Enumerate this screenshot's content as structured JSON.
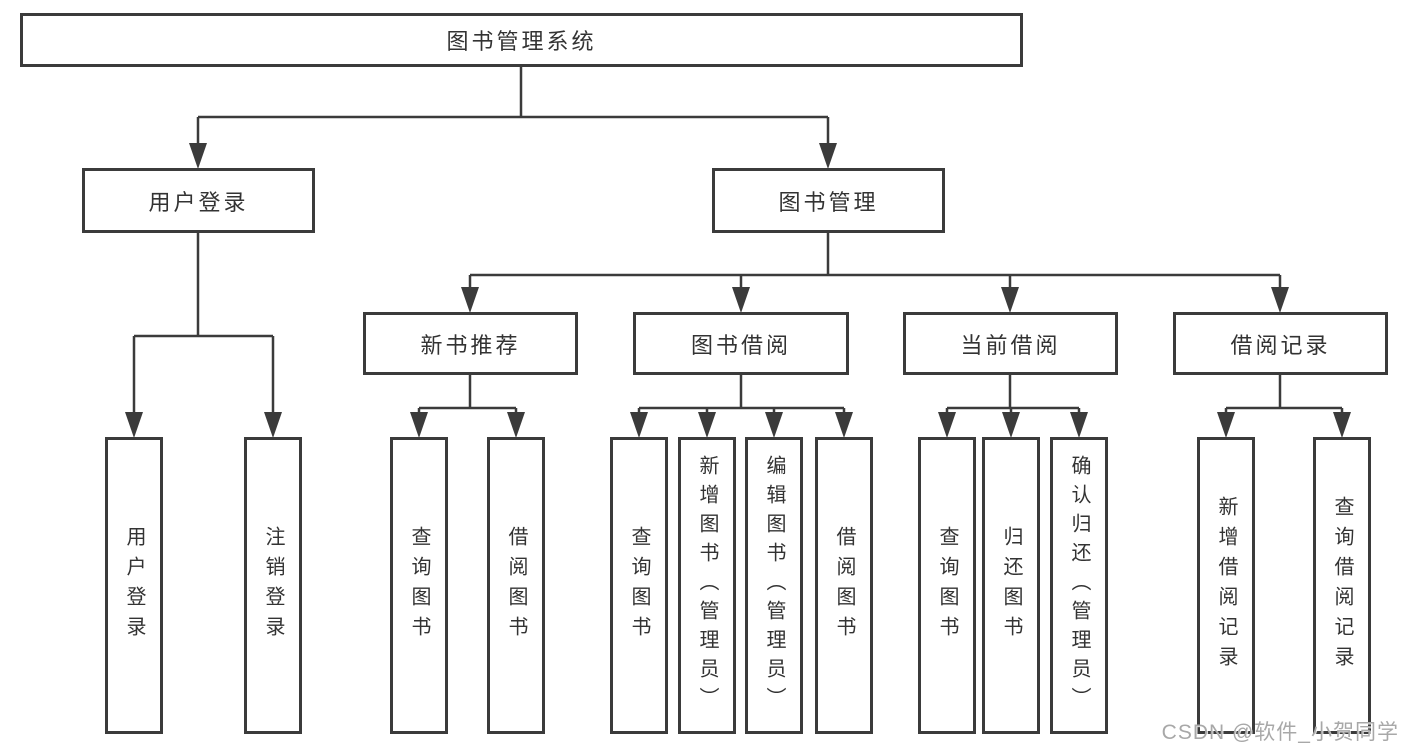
{
  "diagram_title": "图书管理系统",
  "tree": {
    "label": "图书管理系统",
    "children": [
      {
        "label": "用户登录",
        "children": [
          {
            "label": "用户登录"
          },
          {
            "label": "注销登录"
          }
        ]
      },
      {
        "label": "图书管理",
        "children": [
          {
            "label": "新书推荐",
            "children": [
              {
                "label": "查询图书"
              },
              {
                "label": "借阅图书"
              }
            ]
          },
          {
            "label": "图书借阅",
            "children": [
              {
                "label": "查询图书"
              },
              {
                "label": "新增图书（管理员）"
              },
              {
                "label": "编辑图书（管理员）"
              },
              {
                "label": "借阅图书"
              }
            ]
          },
          {
            "label": "当前借阅",
            "children": [
              {
                "label": "查询图书"
              },
              {
                "label": "归还图书"
              },
              {
                "label": "确认归还（管理员）"
              }
            ]
          },
          {
            "label": "借阅记录",
            "children": [
              {
                "label": "新增借阅记录"
              },
              {
                "label": "查询借阅记录"
              }
            ]
          }
        ]
      }
    ]
  },
  "watermark": "CSDN @软件_小贺同学",
  "colors": {
    "line": "#3b3b3b",
    "text": "#333333",
    "watermark": "#a8a8a8",
    "background": "#ffffff"
  }
}
